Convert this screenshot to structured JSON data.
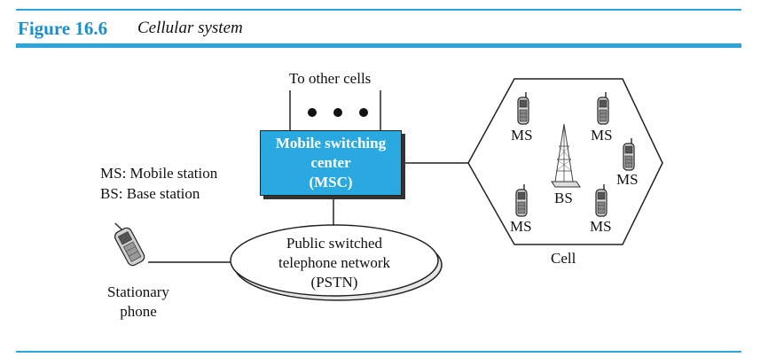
{
  "figure": {
    "number": "Figure 16.6",
    "caption": "Cellular system"
  },
  "legend": {
    "line1": "MS: Mobile station",
    "line2": "BS: Base station"
  },
  "msc": {
    "line1": "Mobile switching",
    "line2": "center",
    "line3": "(MSC)"
  },
  "other_cells_label": "To other cells",
  "pstn": {
    "line1": "Public switched",
    "line2": "telephone network",
    "line3": "(PSTN)"
  },
  "stationary_phone": {
    "line1": "Stationary",
    "line2": "phone"
  },
  "cell": {
    "label": "Cell",
    "base_station_label": "BS",
    "mobile_station_labels": [
      "MS",
      "MS",
      "MS",
      "MS",
      "MS"
    ]
  },
  "colors": {
    "accent": "#2aa6dc",
    "msc_fill": "#29a9e0",
    "title_blue": "#1b8fc9"
  }
}
